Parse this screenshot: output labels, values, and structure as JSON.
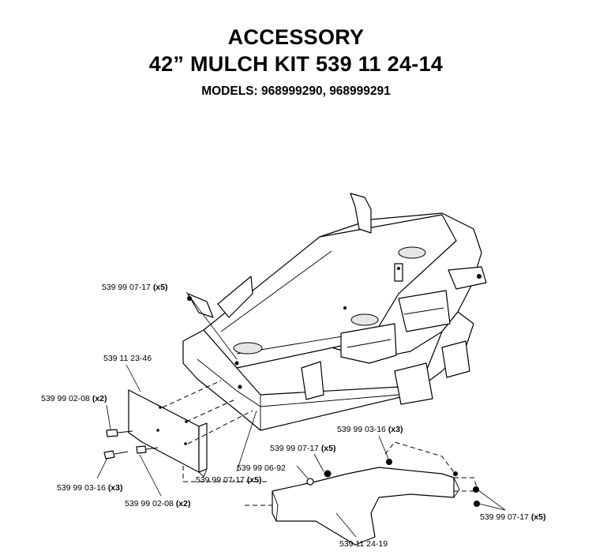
{
  "header": {
    "line1": "ACCESSORY",
    "line2": "42” MULCH KIT 539 11 24-14",
    "line3": "MODELS: 968999290, 968999291"
  },
  "callouts": {
    "bolt_upper": {
      "part": "539  99 07-17 ",
      "qty": "(x5)"
    },
    "deflector": {
      "part": "539 11 23-46",
      "qty": ""
    },
    "bolt_left": {
      "part": "539  99 02-08 ",
      "qty": "(x2)"
    },
    "screw_lower_left": {
      "part": "539 99  03-16 ",
      "qty": "(x3)"
    },
    "bolt_bottom": {
      "part": "539  99 02-08 ",
      "qty": "(x2)"
    },
    "nut_mid": {
      "part": "539  99 07-17 ",
      "qty": "(x5)"
    },
    "washer": {
      "part": "539 99 06-92",
      "qty": ""
    },
    "nut_lower_mid": {
      "part": "539  99 07-17 ",
      "qty": "(x5)"
    },
    "screw_right": {
      "part": "539 99  03-16 ",
      "qty": "(x3)"
    },
    "nut_right": {
      "part": "539  99 07-17 ",
      "qty": "(x5)"
    },
    "baffle": {
      "part": "539 11 24-19",
      "qty": ""
    }
  }
}
